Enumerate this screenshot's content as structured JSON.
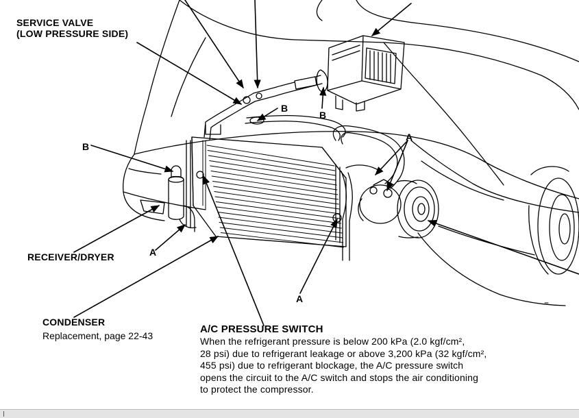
{
  "labels": {
    "service_valve": [
      "SERVICE VALVE",
      "(LOW PRESSURE SIDE)"
    ],
    "b_upper": "B",
    "b_lower": "B",
    "b_left": "B",
    "a_right": "A",
    "a_left": "A",
    "a_bottom": "A",
    "receiver_dryer": "RECEIVER/DRYER",
    "condenser": "CONDENSER",
    "condenser_note": "Replacement, page 22-43",
    "pressure_switch_title": "A/C PRESSURE SWITCH",
    "pressure_switch_lines": [
      "When the refrigerant pressure is below 200 kPa (2.0 kgf/cm²,",
      "28 psi) due to refrigerant leakage or above 3,200 kPa (32 kgf/cm²,",
      "455 psi) due to refrigerant blockage, the A/C pressure switch",
      "opens the circuit to the A/C switch and stops the air conditioning",
      "to protect the compressor."
    ]
  },
  "icons": [
    "car-outline",
    "condenser-icon",
    "evaporator-icon",
    "compressor-icon",
    "receiver-dryer-icon"
  ]
}
